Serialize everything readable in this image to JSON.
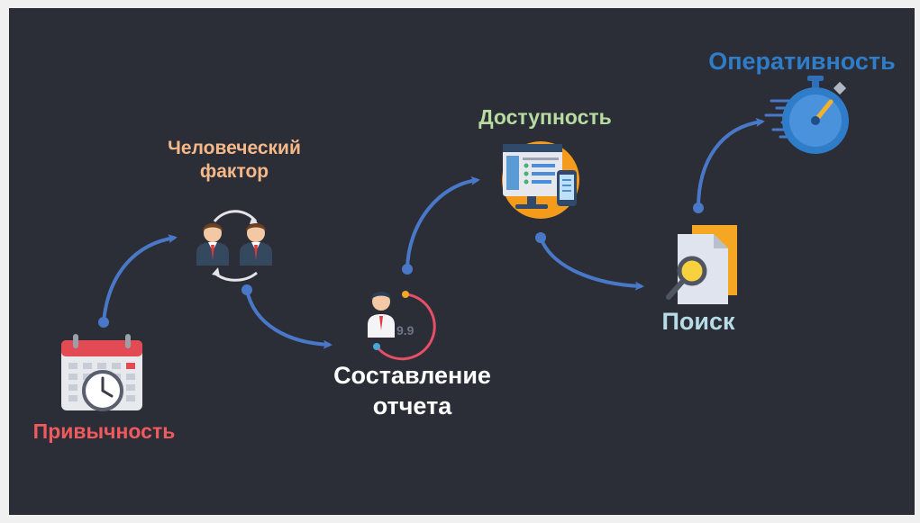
{
  "colors": {
    "background": "#2b2e36",
    "connector": "#4a78c8",
    "habit": "#f05a5f",
    "human_factor": "#f5b889",
    "report": "#ffffff",
    "accessibility": "#b8dba0",
    "search": "#b8dce6",
    "efficiency": "#2f7cc9"
  },
  "nodes": {
    "habit": {
      "label": "Привычность",
      "icon": "calendar-clock-icon"
    },
    "human_factor": {
      "label_line1": "Человеческий",
      "label_line2": "фактор",
      "icon": "people-exchange-icon"
    },
    "report": {
      "label_line1": "Составление",
      "label_line2": "отчета",
      "icon": "person-report-icon",
      "icon_value": "9.9"
    },
    "accessibility": {
      "label": "Доступность",
      "icon": "devices-checklist-icon"
    },
    "search": {
      "label": "Поиск",
      "icon": "document-search-icon"
    },
    "efficiency": {
      "label": "Оперативность",
      "icon": "stopwatch-icon"
    }
  }
}
